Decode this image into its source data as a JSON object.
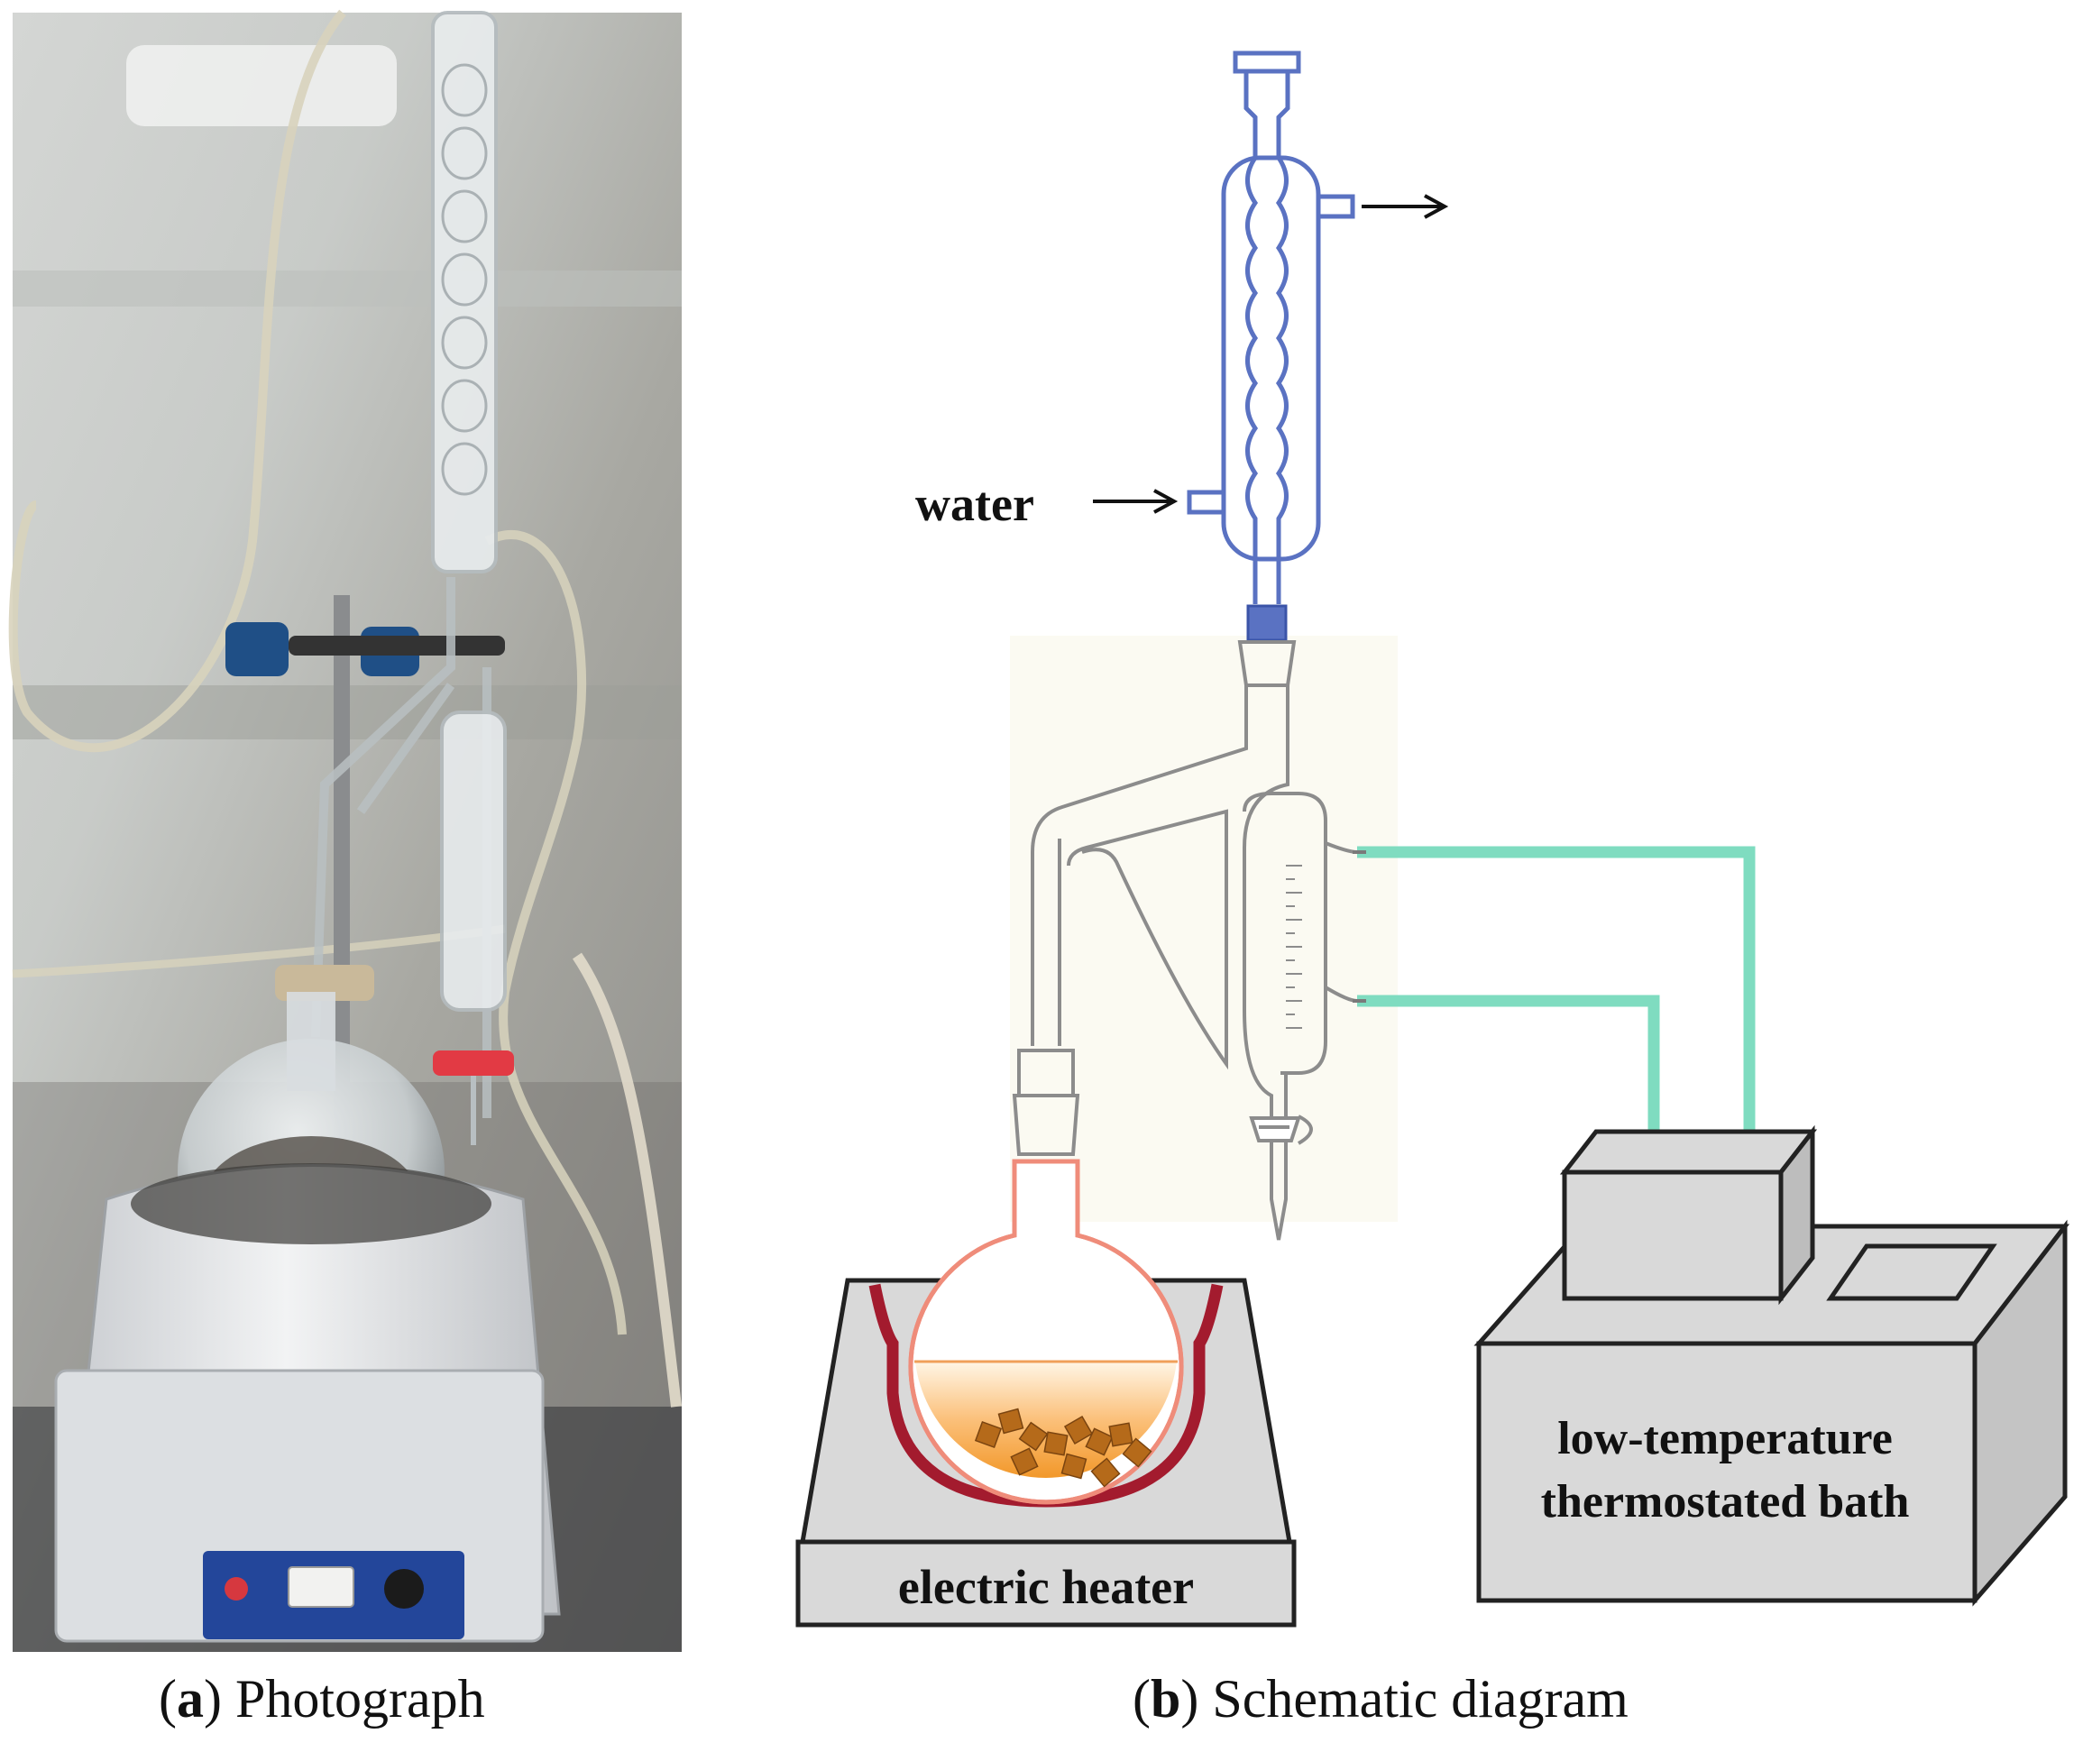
{
  "panel_a": {
    "caption_letter": "a",
    "caption_text": "Photograph"
  },
  "panel_b": {
    "caption_letter": "b",
    "caption_text": "Schematic diagram",
    "labels": {
      "water": "water",
      "heater": "electric heater",
      "bath_line1": "low-temperature",
      "bath_line2": "thermostated bath"
    }
  },
  "colors": {
    "condenser": "#5a72c2",
    "hose": "#7fdcc0",
    "flask": "#ef8c7a",
    "heater_coil": "#a31b2e",
    "liquid": "#f5a84a",
    "sample": "#b56a1a",
    "box_fill": "#d9d9d9"
  },
  "icons": [
    "reflux-condenser-icon",
    "round-bottom-flask-icon",
    "stopcock-icon"
  ]
}
